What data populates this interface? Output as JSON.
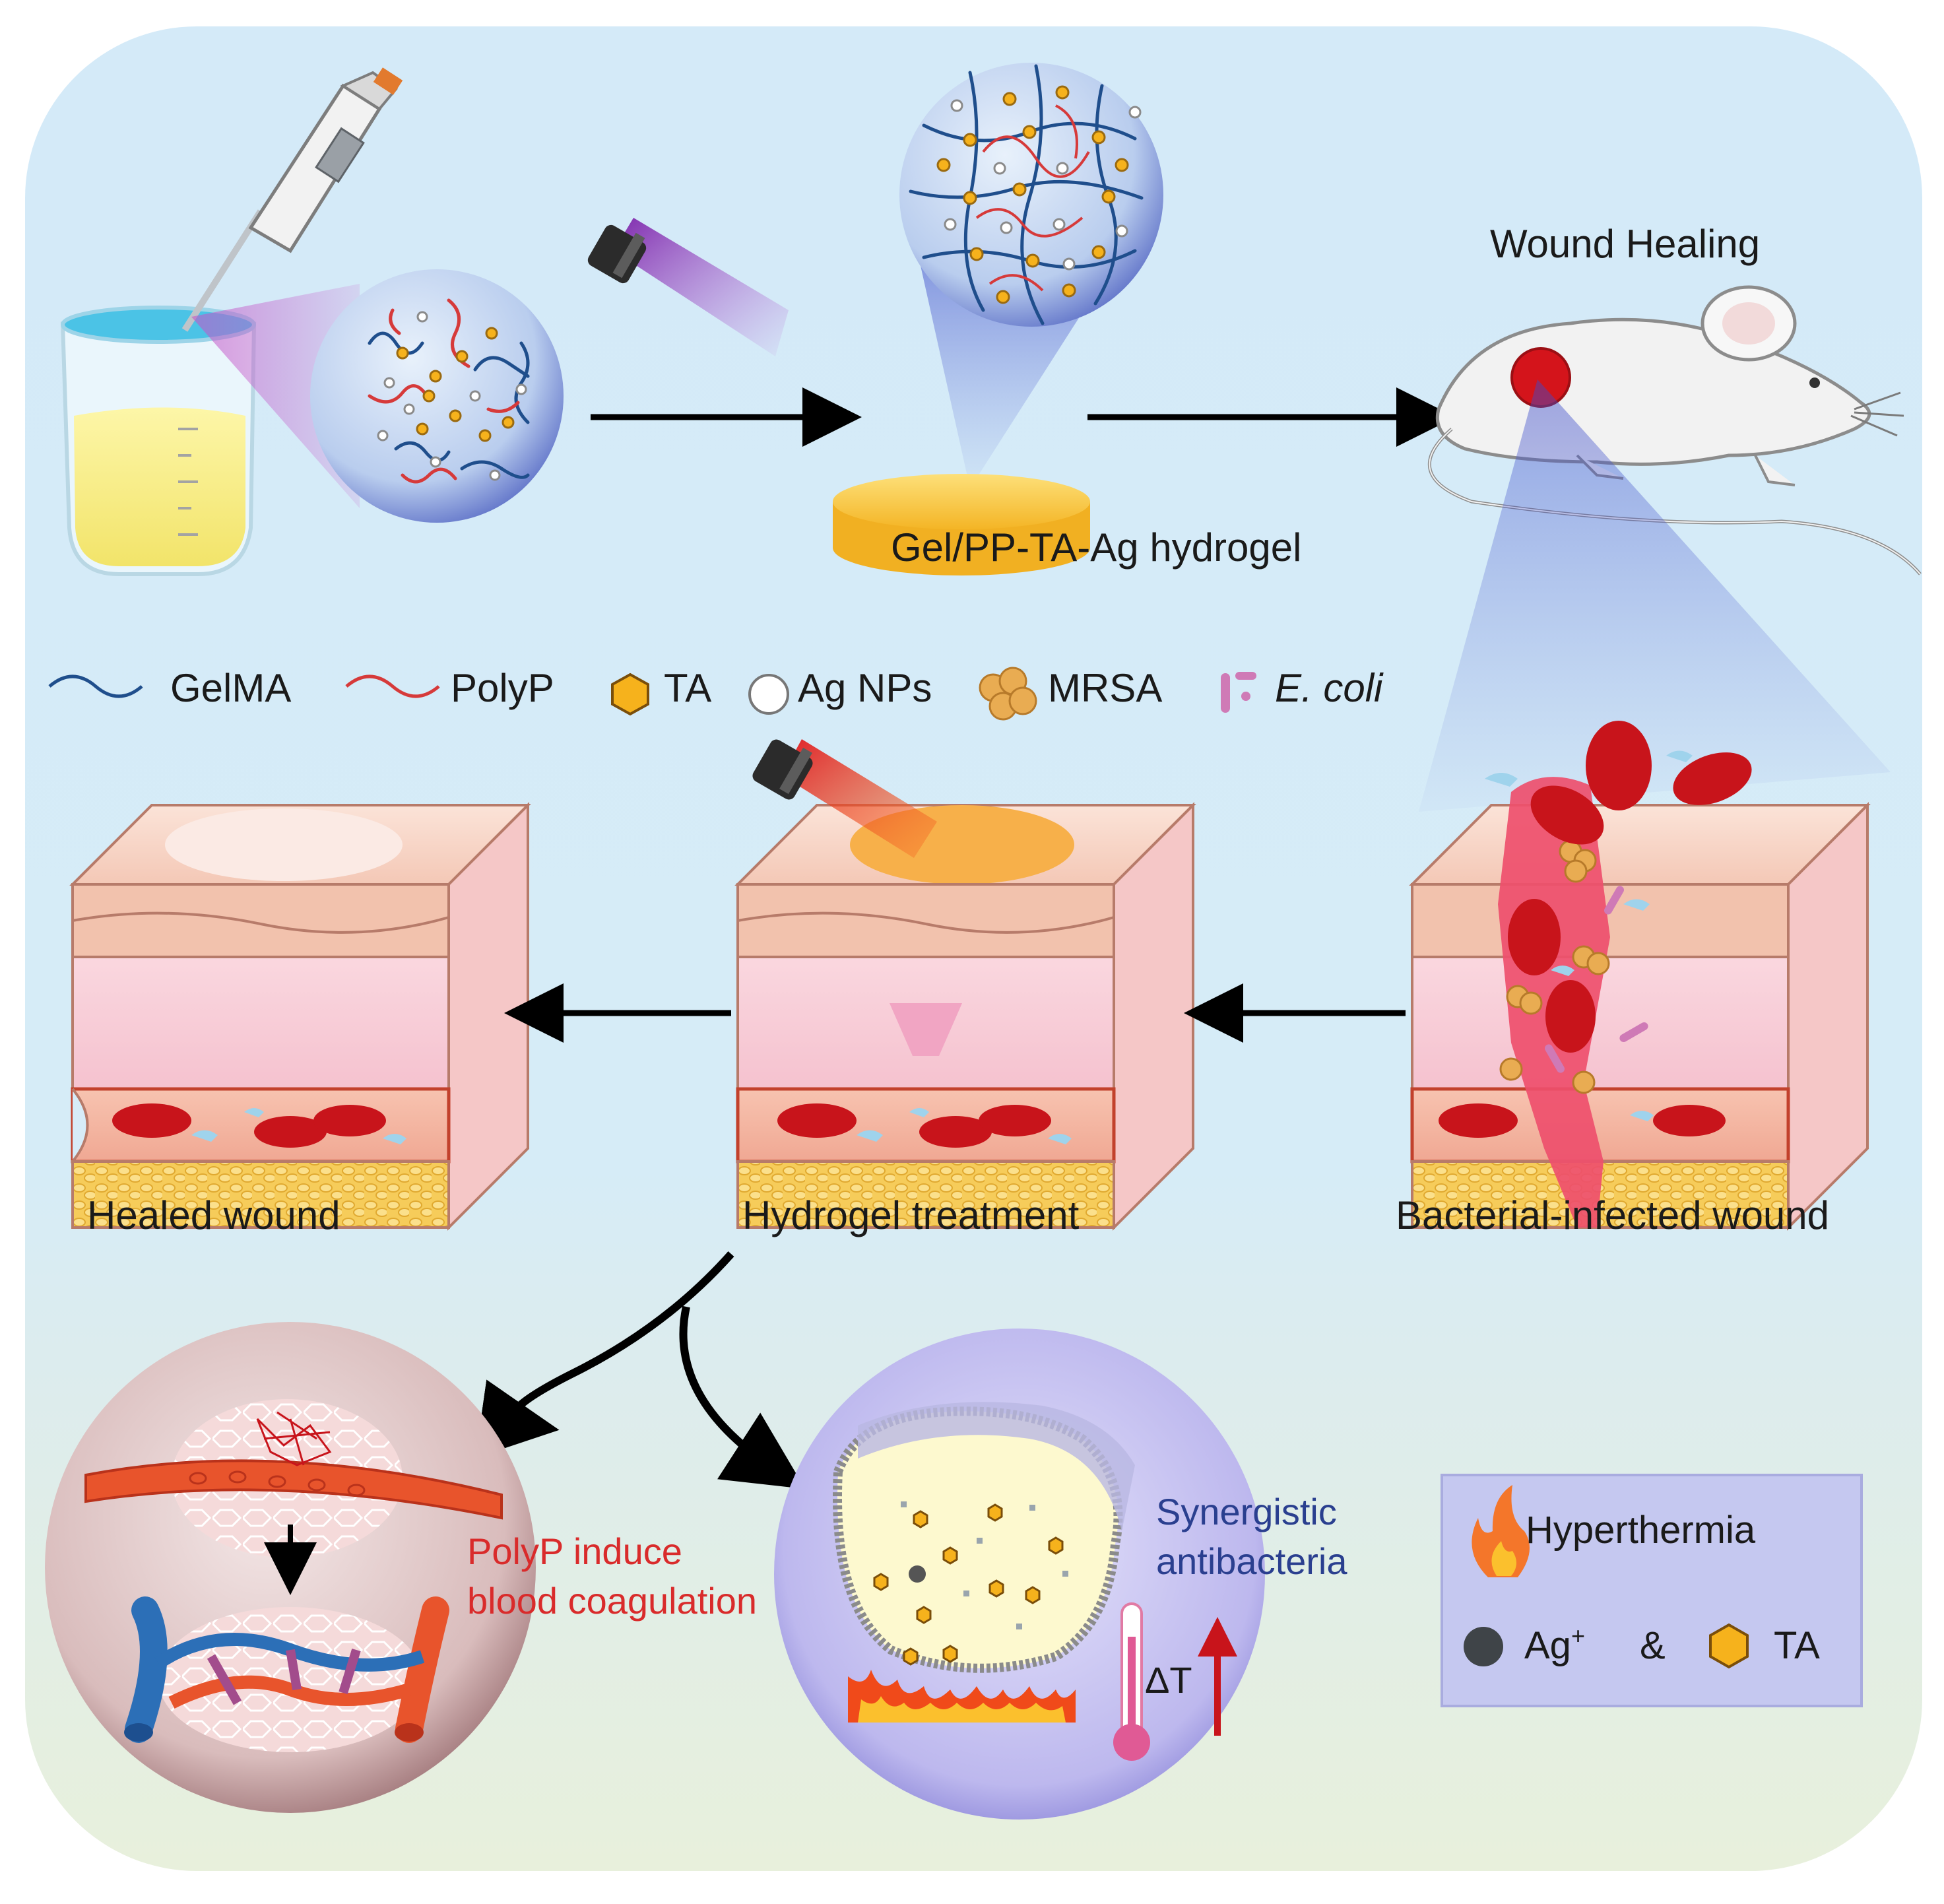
{
  "labels": {
    "wound_healing": "Wound Healing",
    "hydrogel": "Gel/PP-TA-Ag hydrogel",
    "healed": "Healed wound",
    "treatment": "Hydrogel treatment",
    "infected": "Bacterial-infected wound",
    "polyp_line1": "PolyP induce",
    "polyp_line2": "blood coagulation",
    "syn_line1": "Synergistic",
    "syn_line2": "antibacteria",
    "delta_t": "ΔT"
  },
  "legend": {
    "gelma": "GelMA",
    "polyp": "PolyP",
    "ta": "TA",
    "agnp": "Ag NPs",
    "mrsa": "MRSA",
    "ecoli": "E. coli"
  },
  "box": {
    "hyperthermia": "Hyperthermia",
    "ag": "Ag",
    "ag_sup": "+",
    "amp": "&",
    "ta": "TA"
  },
  "colors": {
    "background_top": "#d7ecf8",
    "background_bottom": "#e6f0dd",
    "gelma": "#1f4e8c",
    "polyp": "#d63a3a",
    "ta": "#f6b21c",
    "agnp": "#ffffff",
    "red_text": "#d92b2b",
    "blue_text": "#2a3f8f",
    "blood": "#c8141b"
  }
}
